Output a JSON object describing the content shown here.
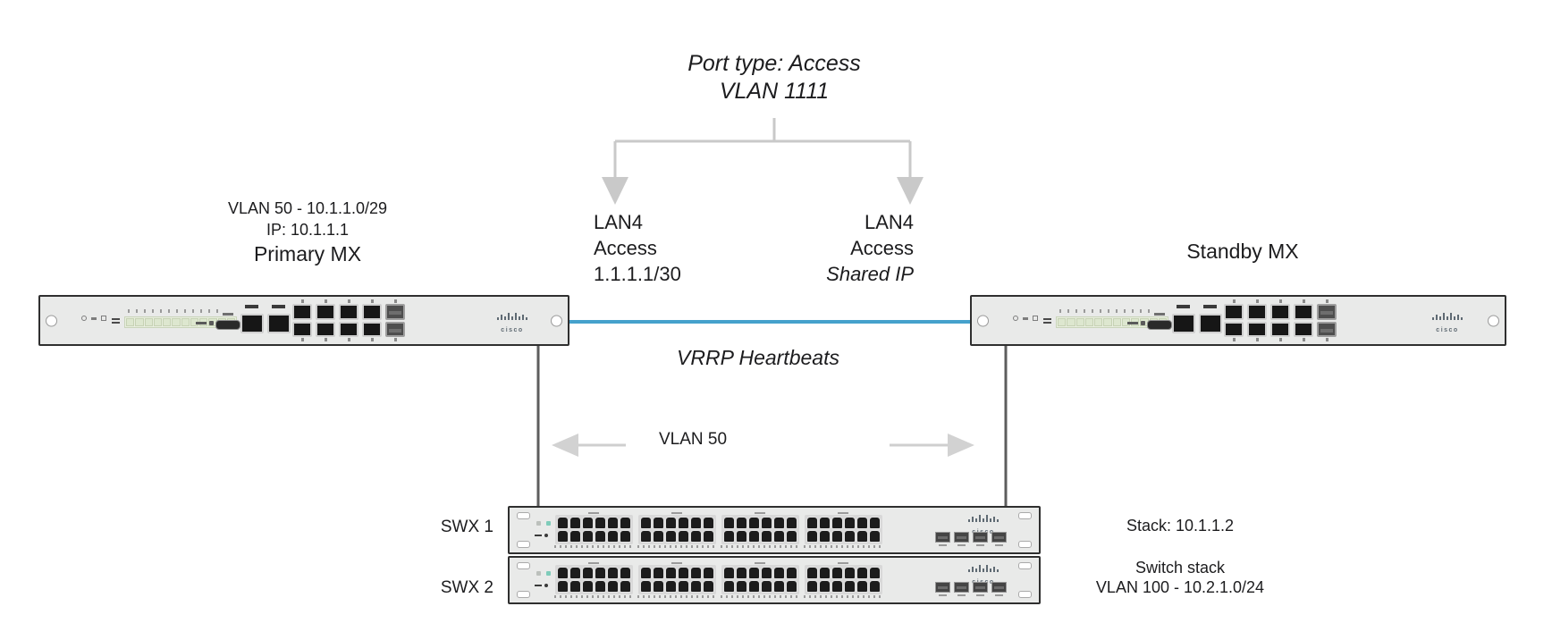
{
  "title_block": {
    "line1": "Port type: Access",
    "line2": "VLAN 1111"
  },
  "primary_mx": {
    "subnet": "VLAN 50 - 10.1.1.0/29",
    "ip": "IP: 10.1.1.1",
    "name": "Primary MX"
  },
  "standby_mx": {
    "name": "Standby MX"
  },
  "lan4_left": {
    "line1": "LAN4",
    "line2": "Access",
    "line3": "1.1.1.1/30"
  },
  "lan4_right": {
    "line1": "LAN4",
    "line2": "Access",
    "line3": "Shared IP"
  },
  "links": {
    "vrrp": "VRRP Heartbeats",
    "vlan50": "VLAN 50"
  },
  "switch_stack": {
    "swx1": "SWX 1",
    "swx2": "SWX 2",
    "stack_ip": "Stack: 10.1.1.2",
    "label_line1": "Switch stack",
    "label_line2": "VLAN 100 - 10.2.1.0/24"
  },
  "brand": {
    "logo_text": "cisco"
  },
  "colors": {
    "heartbeat": "#45a1cc",
    "bracket": "#c9c9c9",
    "drop_line": "#5d5d5d",
    "device_body": "#e9eae9",
    "device_border": "#2f2f2f",
    "led_strip": "#e9efdf",
    "status_teal": "#7fccba"
  }
}
